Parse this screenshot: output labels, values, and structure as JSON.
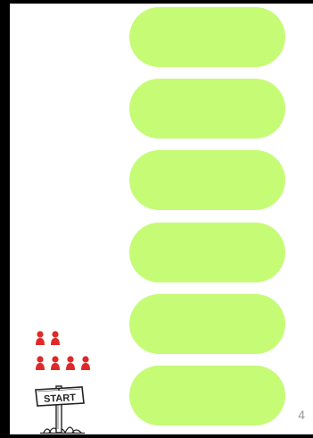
{
  "board": {
    "path_color": "#c6fb76",
    "pawn_color": "#e02828",
    "spaces": [
      {
        "id": "space-6"
      },
      {
        "id": "space-5"
      },
      {
        "id": "space-4"
      },
      {
        "id": "space-3"
      },
      {
        "id": "space-2"
      },
      {
        "id": "space-1"
      }
    ],
    "pawn_rows": [
      2,
      4
    ]
  },
  "start_sign": {
    "label": "START"
  },
  "page": {
    "number": "4"
  }
}
